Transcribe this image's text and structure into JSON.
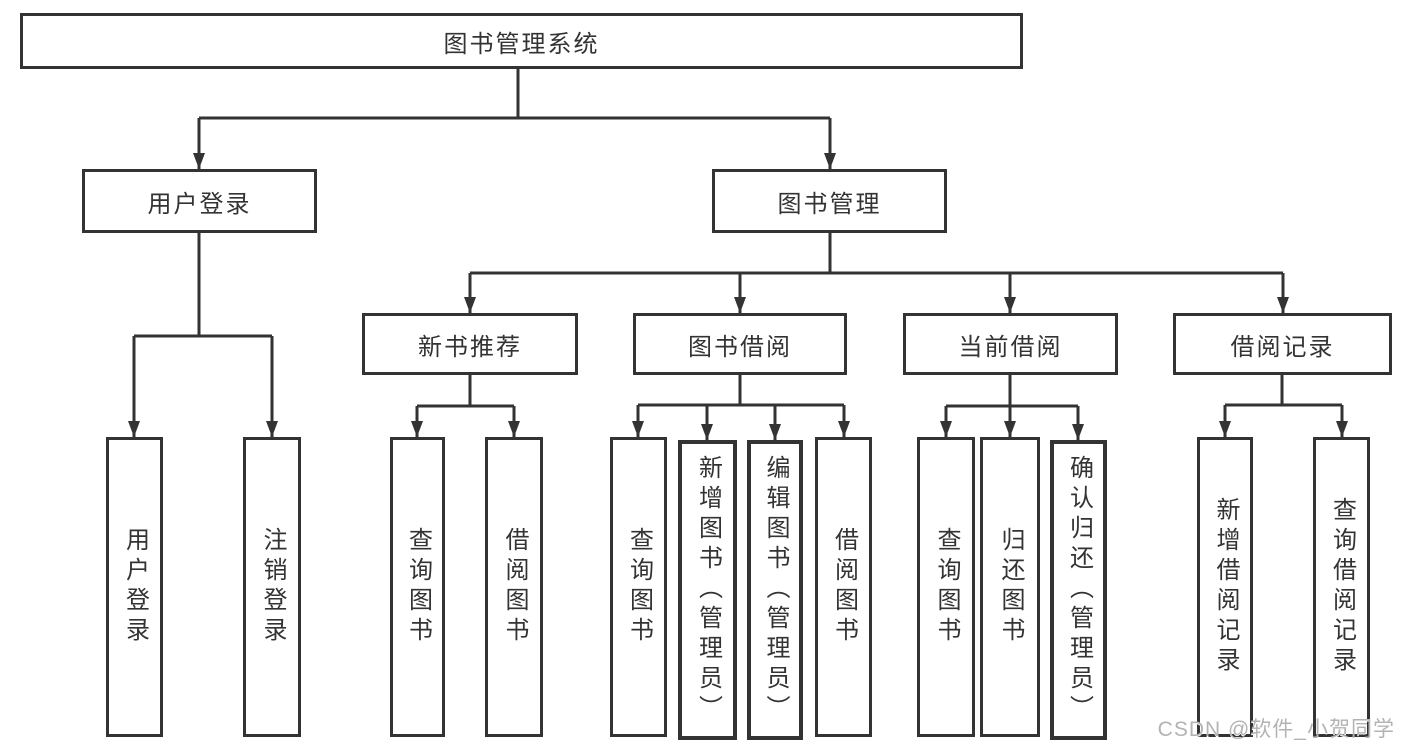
{
  "nodes": {
    "root": {
      "label": "图书管理系统"
    },
    "user_login": {
      "label": "用户登录"
    },
    "book_mgmt": {
      "label": "图书管理"
    },
    "new_book_rec": {
      "label": "新书推荐"
    },
    "book_borrow": {
      "label": "图书借阅"
    },
    "current_borrow": {
      "label": "当前借阅"
    },
    "borrow_record": {
      "label": "借阅记录"
    },
    "leaf_user_login": {
      "label": "用户登录"
    },
    "leaf_logout": {
      "label": "注销登录"
    },
    "leaf_nbr_query": {
      "label": "查询图书"
    },
    "leaf_nbr_borrow": {
      "label": "借阅图书"
    },
    "leaf_bb_query": {
      "label": "查询图书"
    },
    "leaf_bb_add": {
      "label": "新增图书（管理员）"
    },
    "leaf_bb_edit": {
      "label": "编辑图书（管理员）"
    },
    "leaf_bb_borrow": {
      "label": "借阅图书"
    },
    "leaf_cb_query": {
      "label": "查询图书"
    },
    "leaf_cb_return": {
      "label": "归还图书"
    },
    "leaf_cb_confirm": {
      "label": "确认归还（管理员）"
    },
    "leaf_br_add": {
      "label": "新增借阅记录"
    },
    "leaf_br_query": {
      "label": "查询借阅记录"
    }
  },
  "watermark": {
    "text": "CSDN @软件_小贺同学"
  },
  "colors": {
    "line": "#333333",
    "box_border": "#333333",
    "text": "#333333",
    "background": "#ffffff",
    "watermark": "#b3b3b3"
  }
}
